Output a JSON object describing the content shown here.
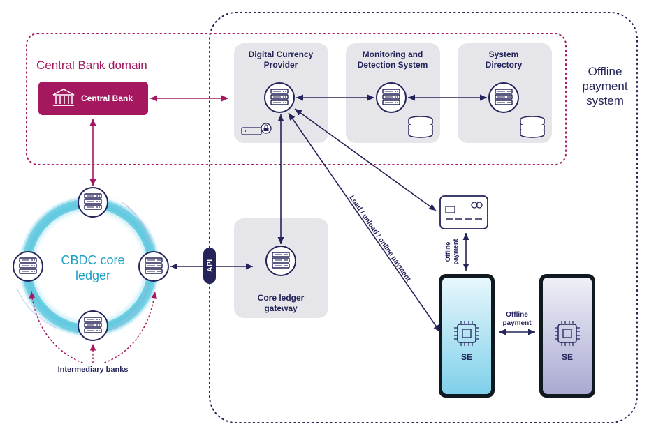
{
  "domains": {
    "central_bank_domain": "Central Bank domain",
    "offline_system": [
      "Offline",
      "payment",
      "system"
    ]
  },
  "nodes": {
    "central_bank": "Central Bank",
    "digital_currency_provider": [
      "Digital Currency",
      "Provider"
    ],
    "monitoring_detection": [
      "Monitoring and",
      "Detection System"
    ],
    "system_directory": [
      "System",
      "Directory"
    ],
    "core_ledger_gateway": [
      "Core ledger",
      "gateway"
    ],
    "cbdc_core_ledger": [
      "CBDC core",
      "ledger"
    ],
    "intermediary_banks": "Intermediary banks",
    "api": "API",
    "se_left": "SE",
    "se_right": "SE"
  },
  "edge_labels": {
    "load_unload": "Load / unload / online payment",
    "offline_payment_card": [
      "Offline",
      "payment"
    ],
    "offline_payment_phones": [
      "Offline",
      "payment"
    ]
  },
  "colors": {
    "navy": "#24245a",
    "magenta": "#a3185f",
    "panel_gray": "#e6e6ea",
    "cyan_ring": "#55c4dc",
    "phone_left_tint": "#a8dff0",
    "phone_right_tint": "#b7b7d8"
  },
  "icons": [
    "bank-icon",
    "server-icon",
    "database-icon",
    "hsm-lock-icon",
    "card-icon",
    "chip-icon"
  ]
}
